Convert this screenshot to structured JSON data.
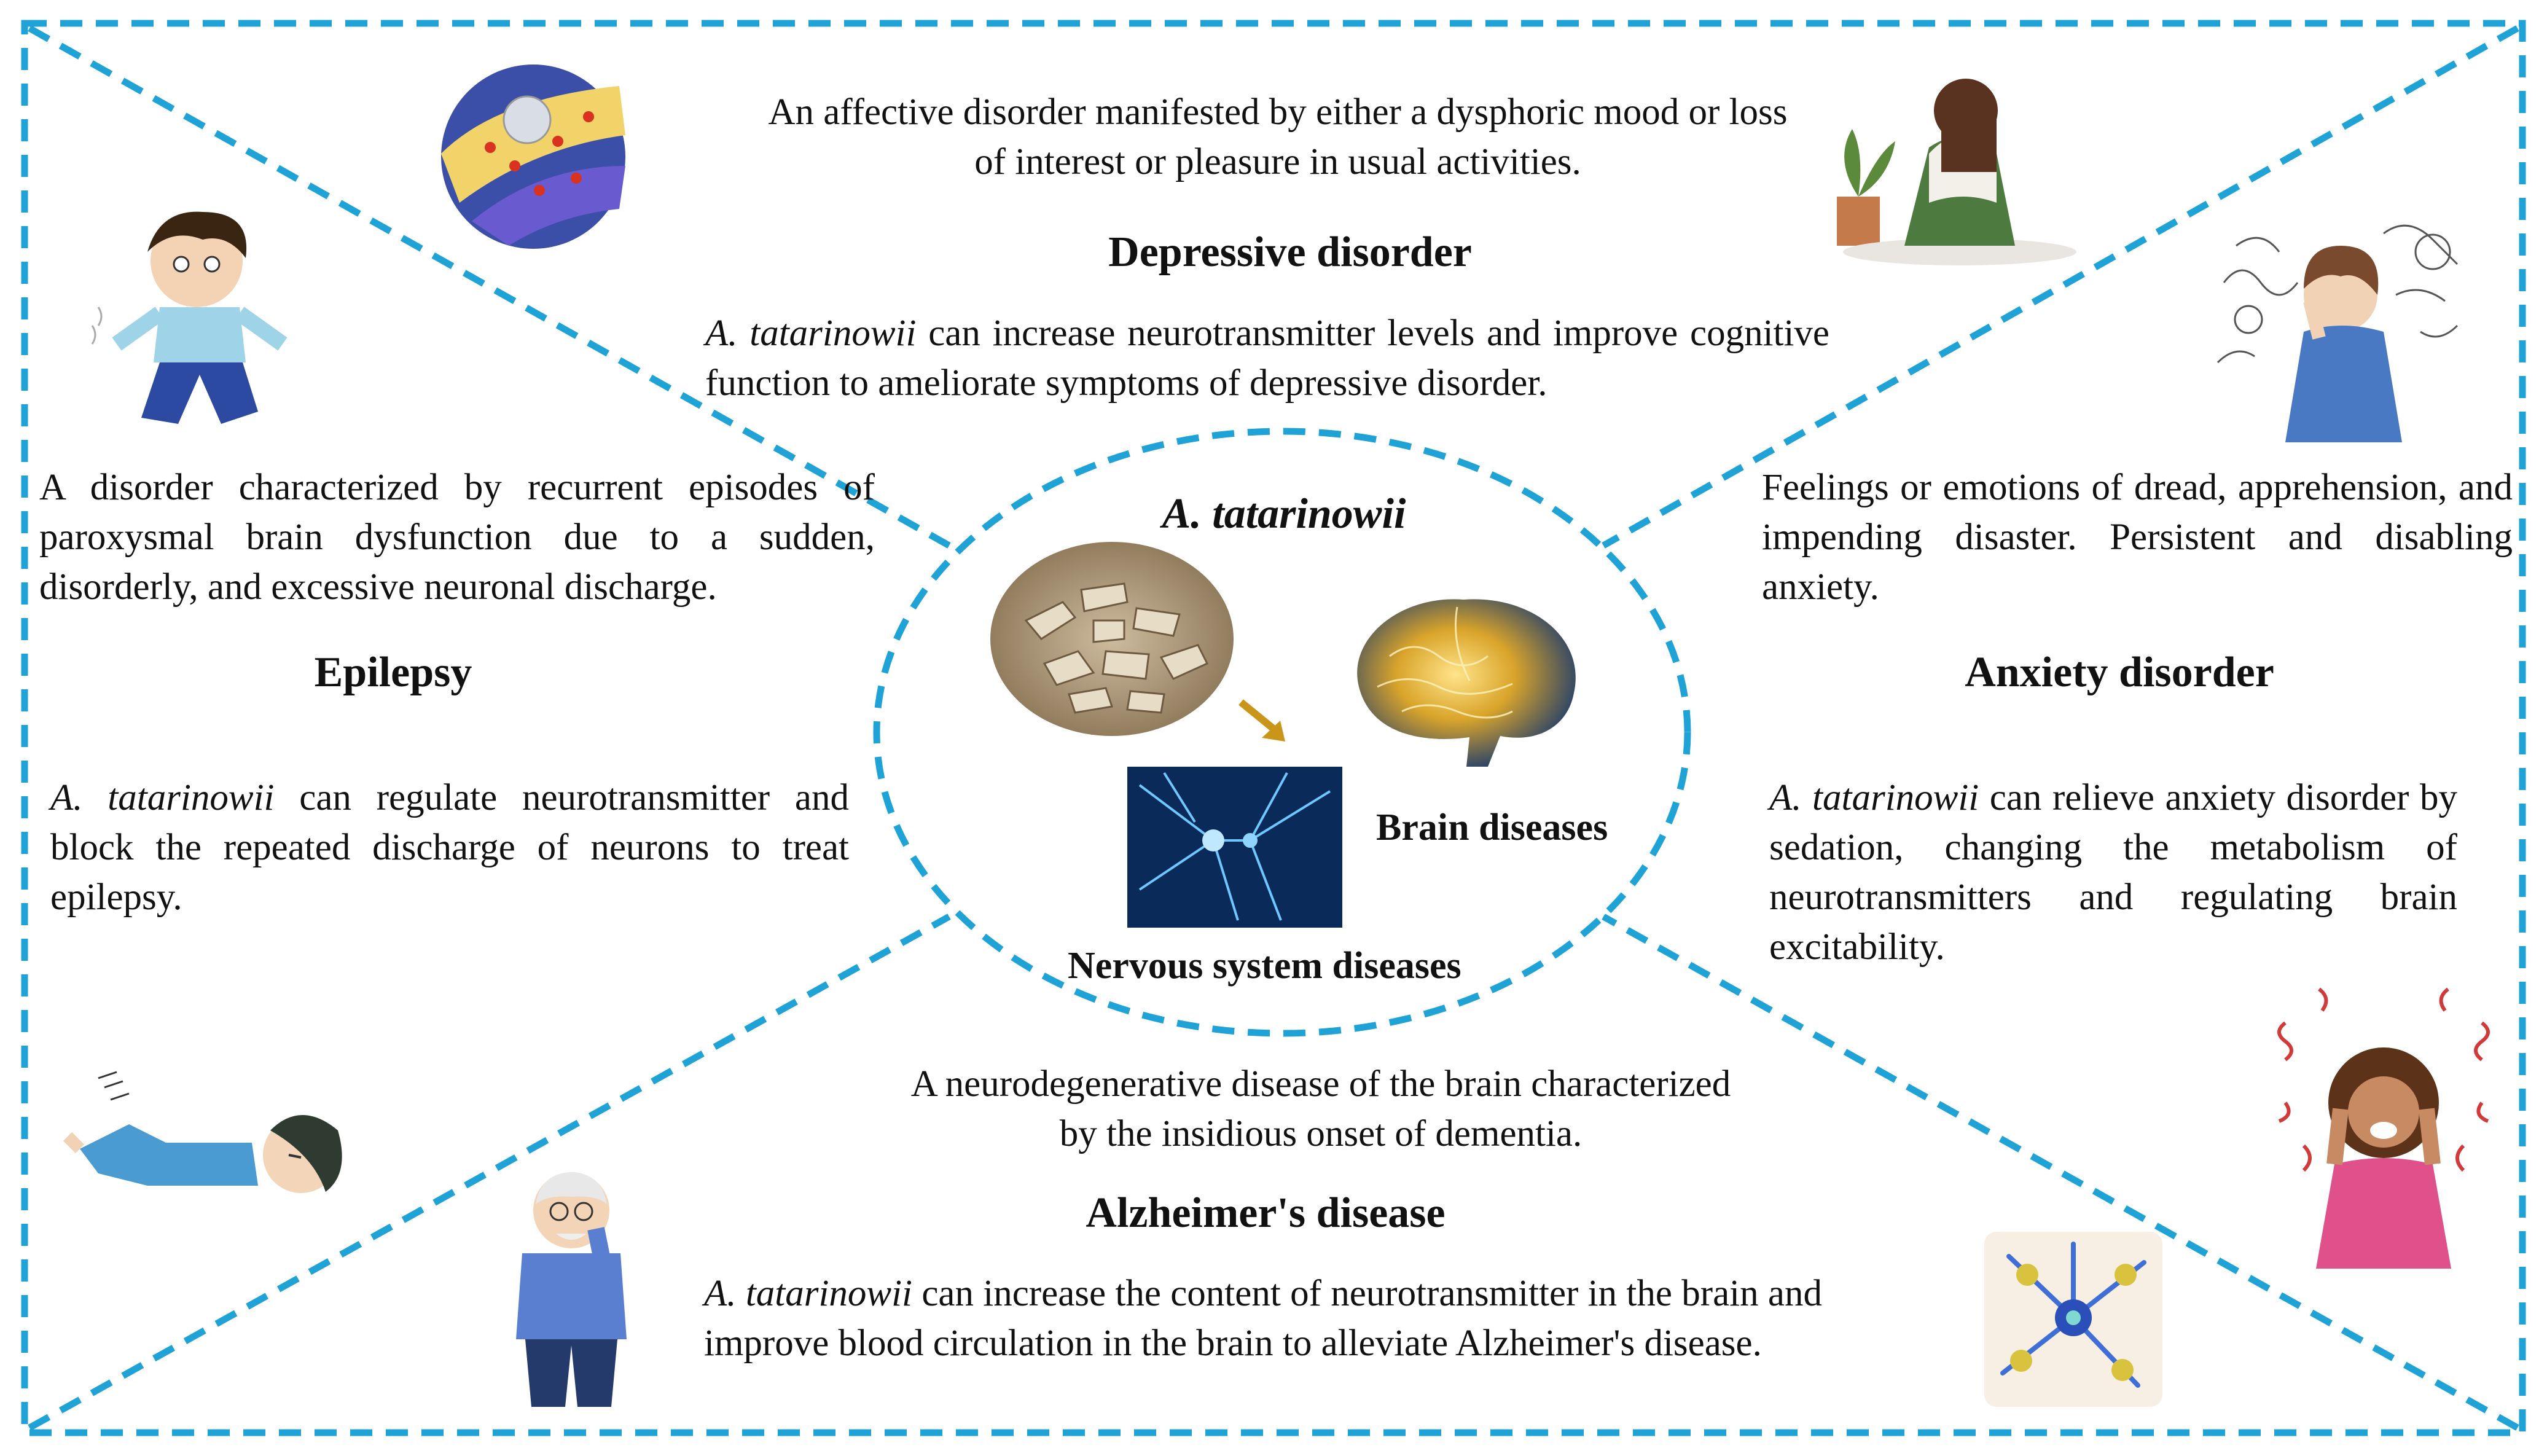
{
  "center": {
    "title": "A. tatarinowii",
    "brain_label": "Brain diseases",
    "nervous_label": "Nervous system diseases"
  },
  "depressive": {
    "definition": "An affective disorder manifested by either a dysphoric mood or loss of interest or pleasure in usual activities.",
    "title": "Depressive disorder",
    "effect_species": "A. tatarinowii",
    "effect_text": " can increase neurotransmitter levels and improve cognitive function to ameliorate symptoms of depressive disorder."
  },
  "epilepsy": {
    "definition": "A disorder characterized by recurrent episodes of paroxysmal brain dysfunction due to a sudden, disorderly, and excessive neuronal discharge.",
    "title": "Epilepsy",
    "effect_species": "A. tatarinowii",
    "effect_text": " can regulate neurotransmitter and block the repeated discharge of neurons to treat epilepsy."
  },
  "anxiety": {
    "definition": "Feelings or emotions of dread, apprehension, and impending disaster. Persistent and disabling anxiety.",
    "title": "Anxiety disorder",
    "effect_species": "A. tatarinowii",
    "effect_text": "  can relieve anxiety disorder by sedation, changing the metabolism of neurotransmitters and regulating brain excitability."
  },
  "alzheimers": {
    "definition": "A neurodegenerative disease of the brain characterized by the insidious onset of dementia.",
    "title": "Alzheimer's disease",
    "effect_species": "A. tatarinowii",
    "effect_text": " can increase the content of neurotransmitter in the brain and improve blood circulation in the brain to alleviate Alzheimer's disease."
  },
  "colors": {
    "dashed_line": "#1fa3d6",
    "arrow": "#c9961a"
  },
  "icons": [
    "synapse-illustration",
    "sad-woman-illustration",
    "seizure-boy-illustration",
    "stressed-woman-illustration",
    "herb-slices-image",
    "glowing-brain-image",
    "neurons-image",
    "lying-boy-illustration",
    "confused-elder-illustration",
    "screaming-woman-illustration",
    "neuron-cell-image"
  ]
}
